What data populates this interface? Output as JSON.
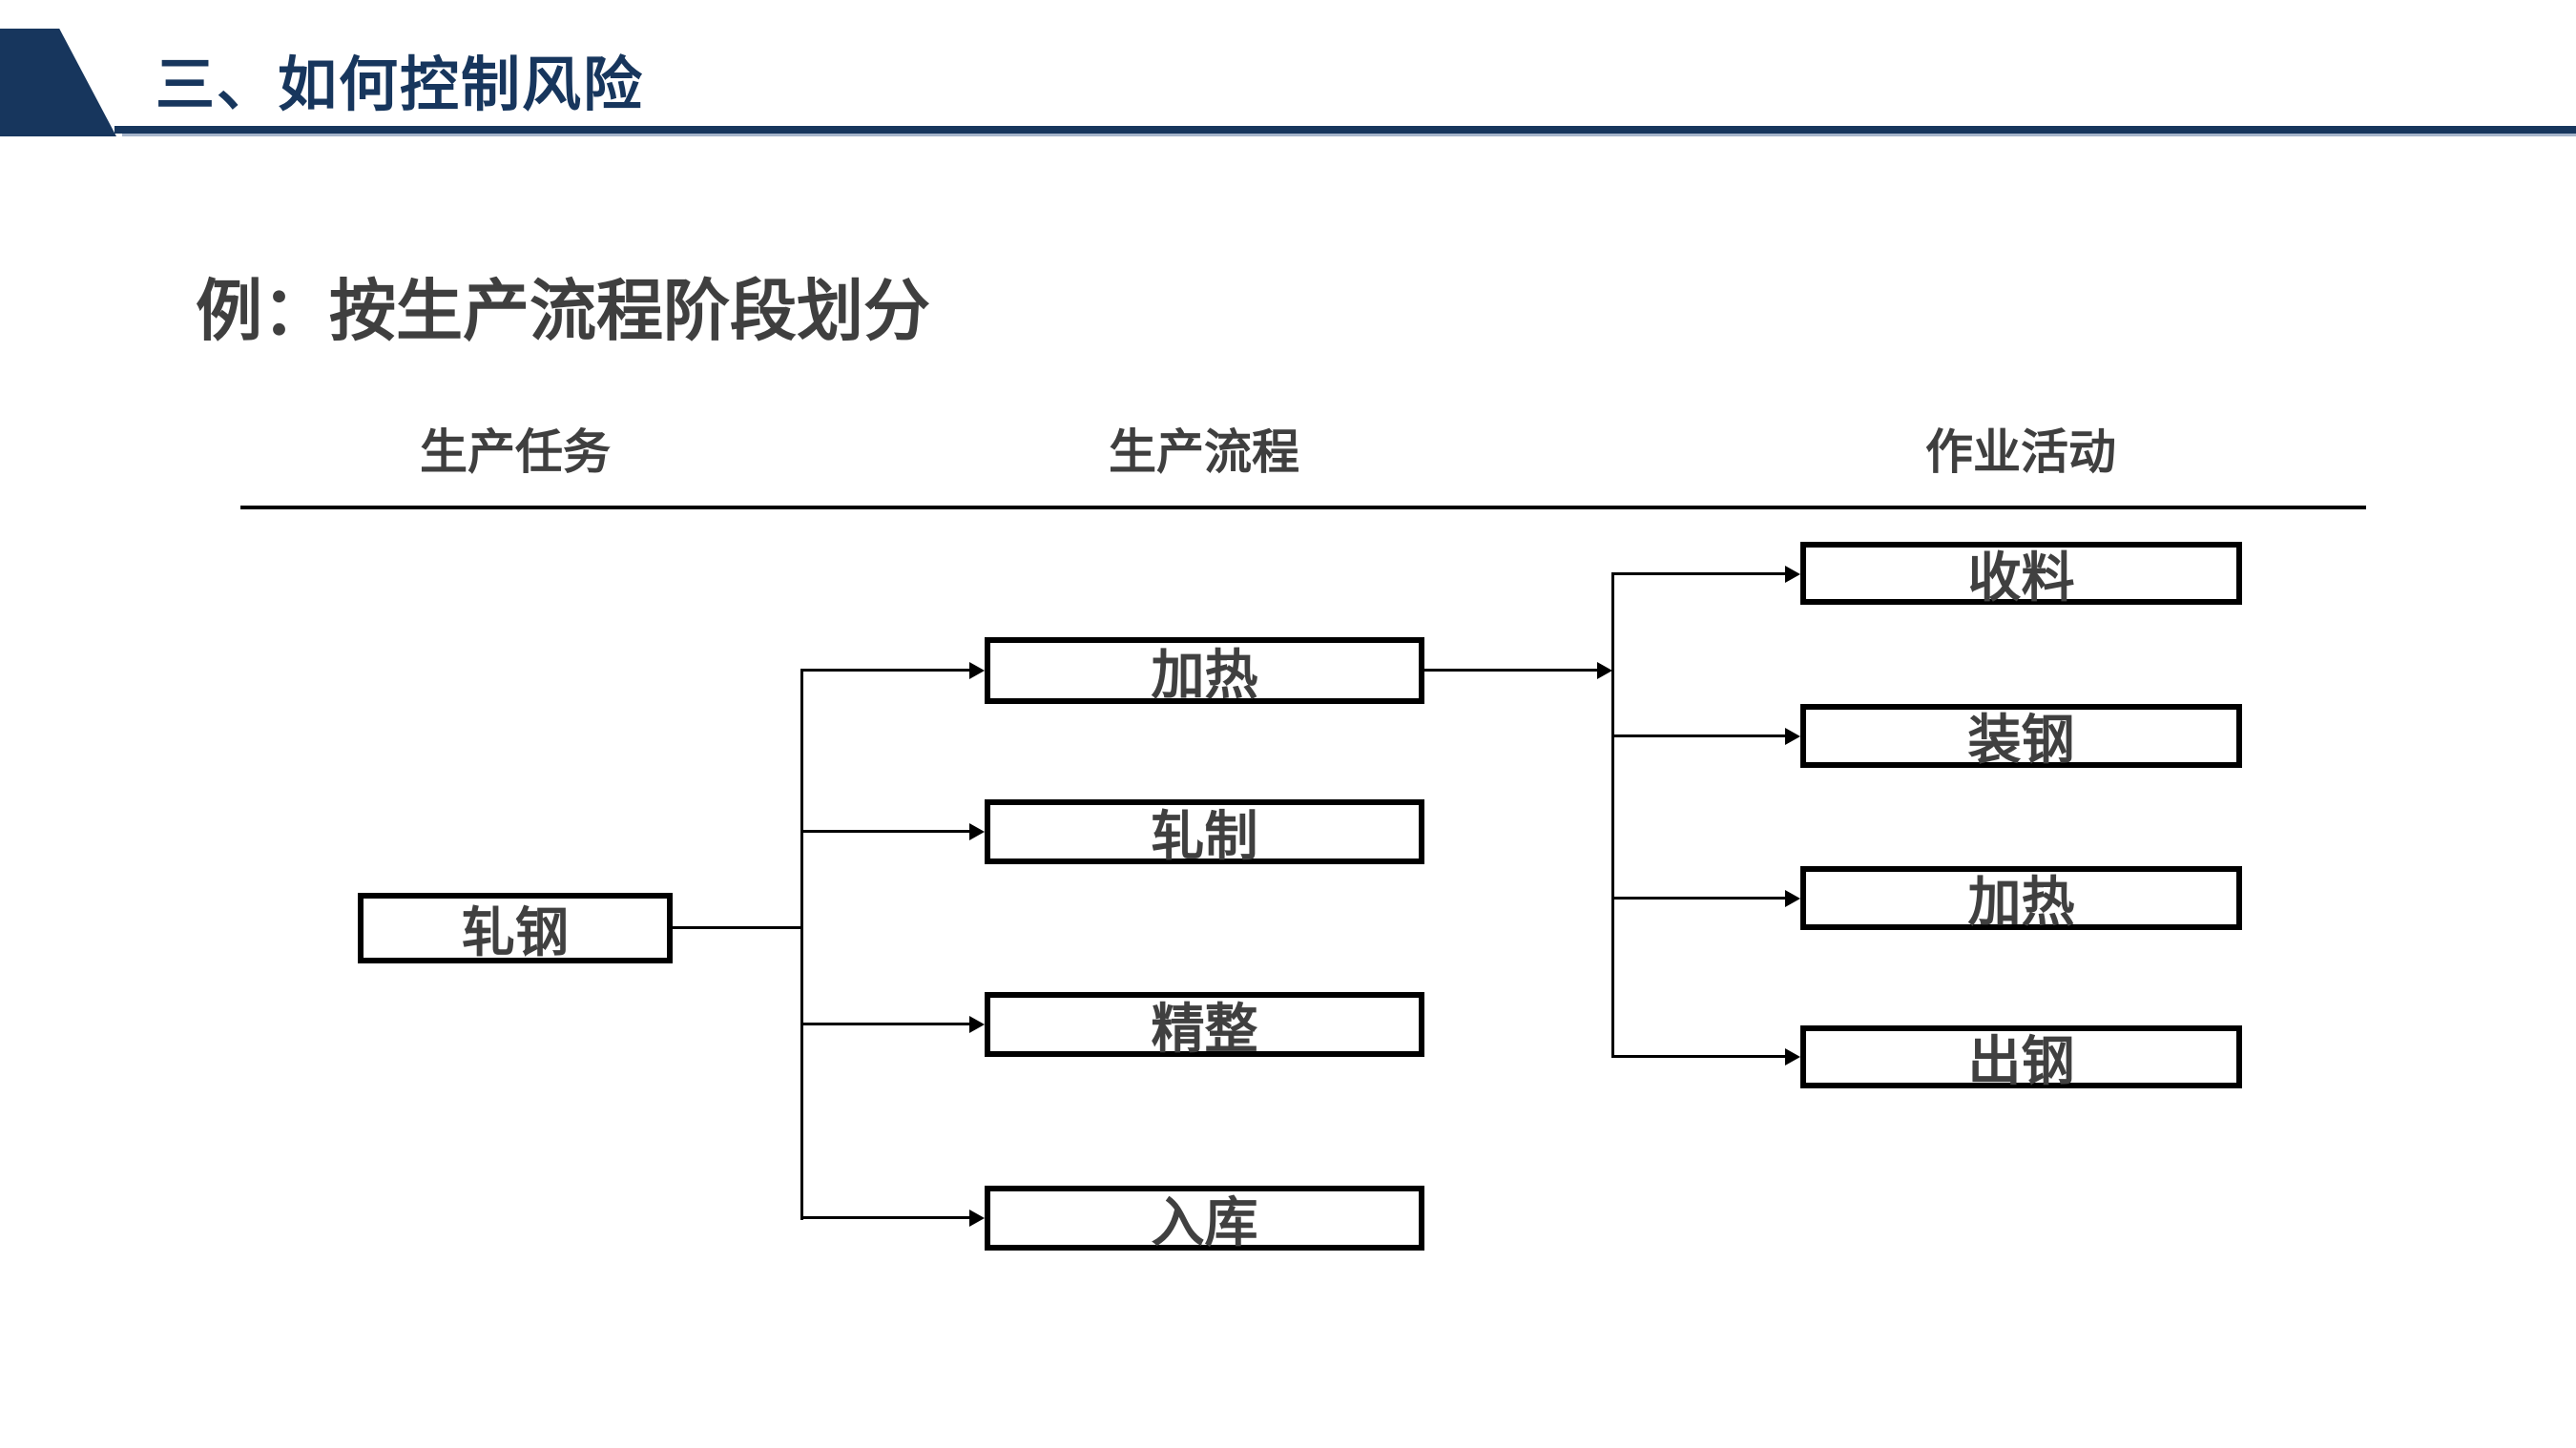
{
  "header": {
    "title": "三、如何控制风险",
    "accent_color": "#17365D",
    "underline_light_color": "#A6B5CB"
  },
  "slide": {
    "title": "例：按生产流程阶段划分",
    "text_color": "#3F3F3F"
  },
  "columns": {
    "task": "生产任务",
    "process": "生产流程",
    "activity": "作业活动"
  },
  "diagram": {
    "task_node": "轧钢",
    "process_nodes": [
      "加热",
      "轧制",
      "精整",
      "入库"
    ],
    "activity_nodes": [
      "收料",
      "装钢",
      "加热",
      "出钢"
    ],
    "colors": {
      "box_border": "#000000",
      "box_text": "#404040",
      "connector": "#000000"
    }
  }
}
